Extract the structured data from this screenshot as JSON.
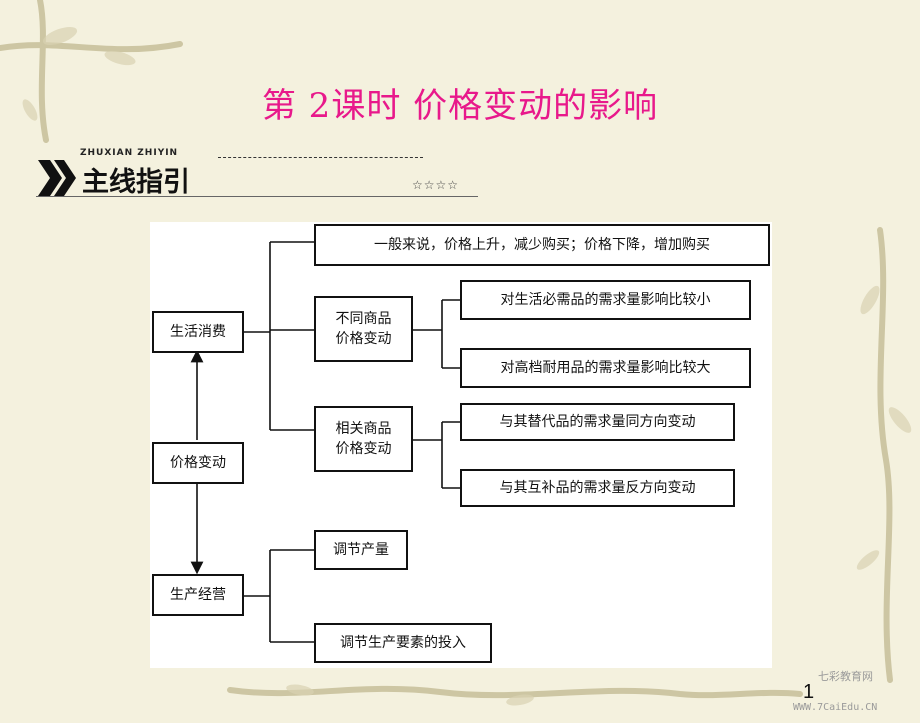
{
  "slide": {
    "title": "第 2课时   价格变动的影响",
    "page_number": "1"
  },
  "section": {
    "pinyin": "ZHUXIAN ZHIYIN",
    "title": "主线指引",
    "stars": "☆☆☆☆"
  },
  "mindmap": {
    "root": "价格变动",
    "consumption": "生活消费",
    "production": "生产经营",
    "general_rule": "一般来说，价格上升，减少购买；价格下降，增加购买",
    "different_goods": "不同商品\n价格变动",
    "necessities": "对生活必需品的需求量影响比较小",
    "durables": "对高档耐用品的需求量影响比较大",
    "related_goods": "相关商品\n价格变动",
    "substitutes": "与其替代品的需求量同方向变动",
    "complements": "与其互补品的需求量反方向变动",
    "adjust_output": "调节产量",
    "adjust_inputs": "调节生产要素的投入"
  },
  "watermark": {
    "site_name": "七彩教育网",
    "url": "WWW.7CaiEdu.CN"
  },
  "colors": {
    "title": "#e8198b",
    "background": "#f4f1de",
    "vine": "#cfc9a6"
  }
}
